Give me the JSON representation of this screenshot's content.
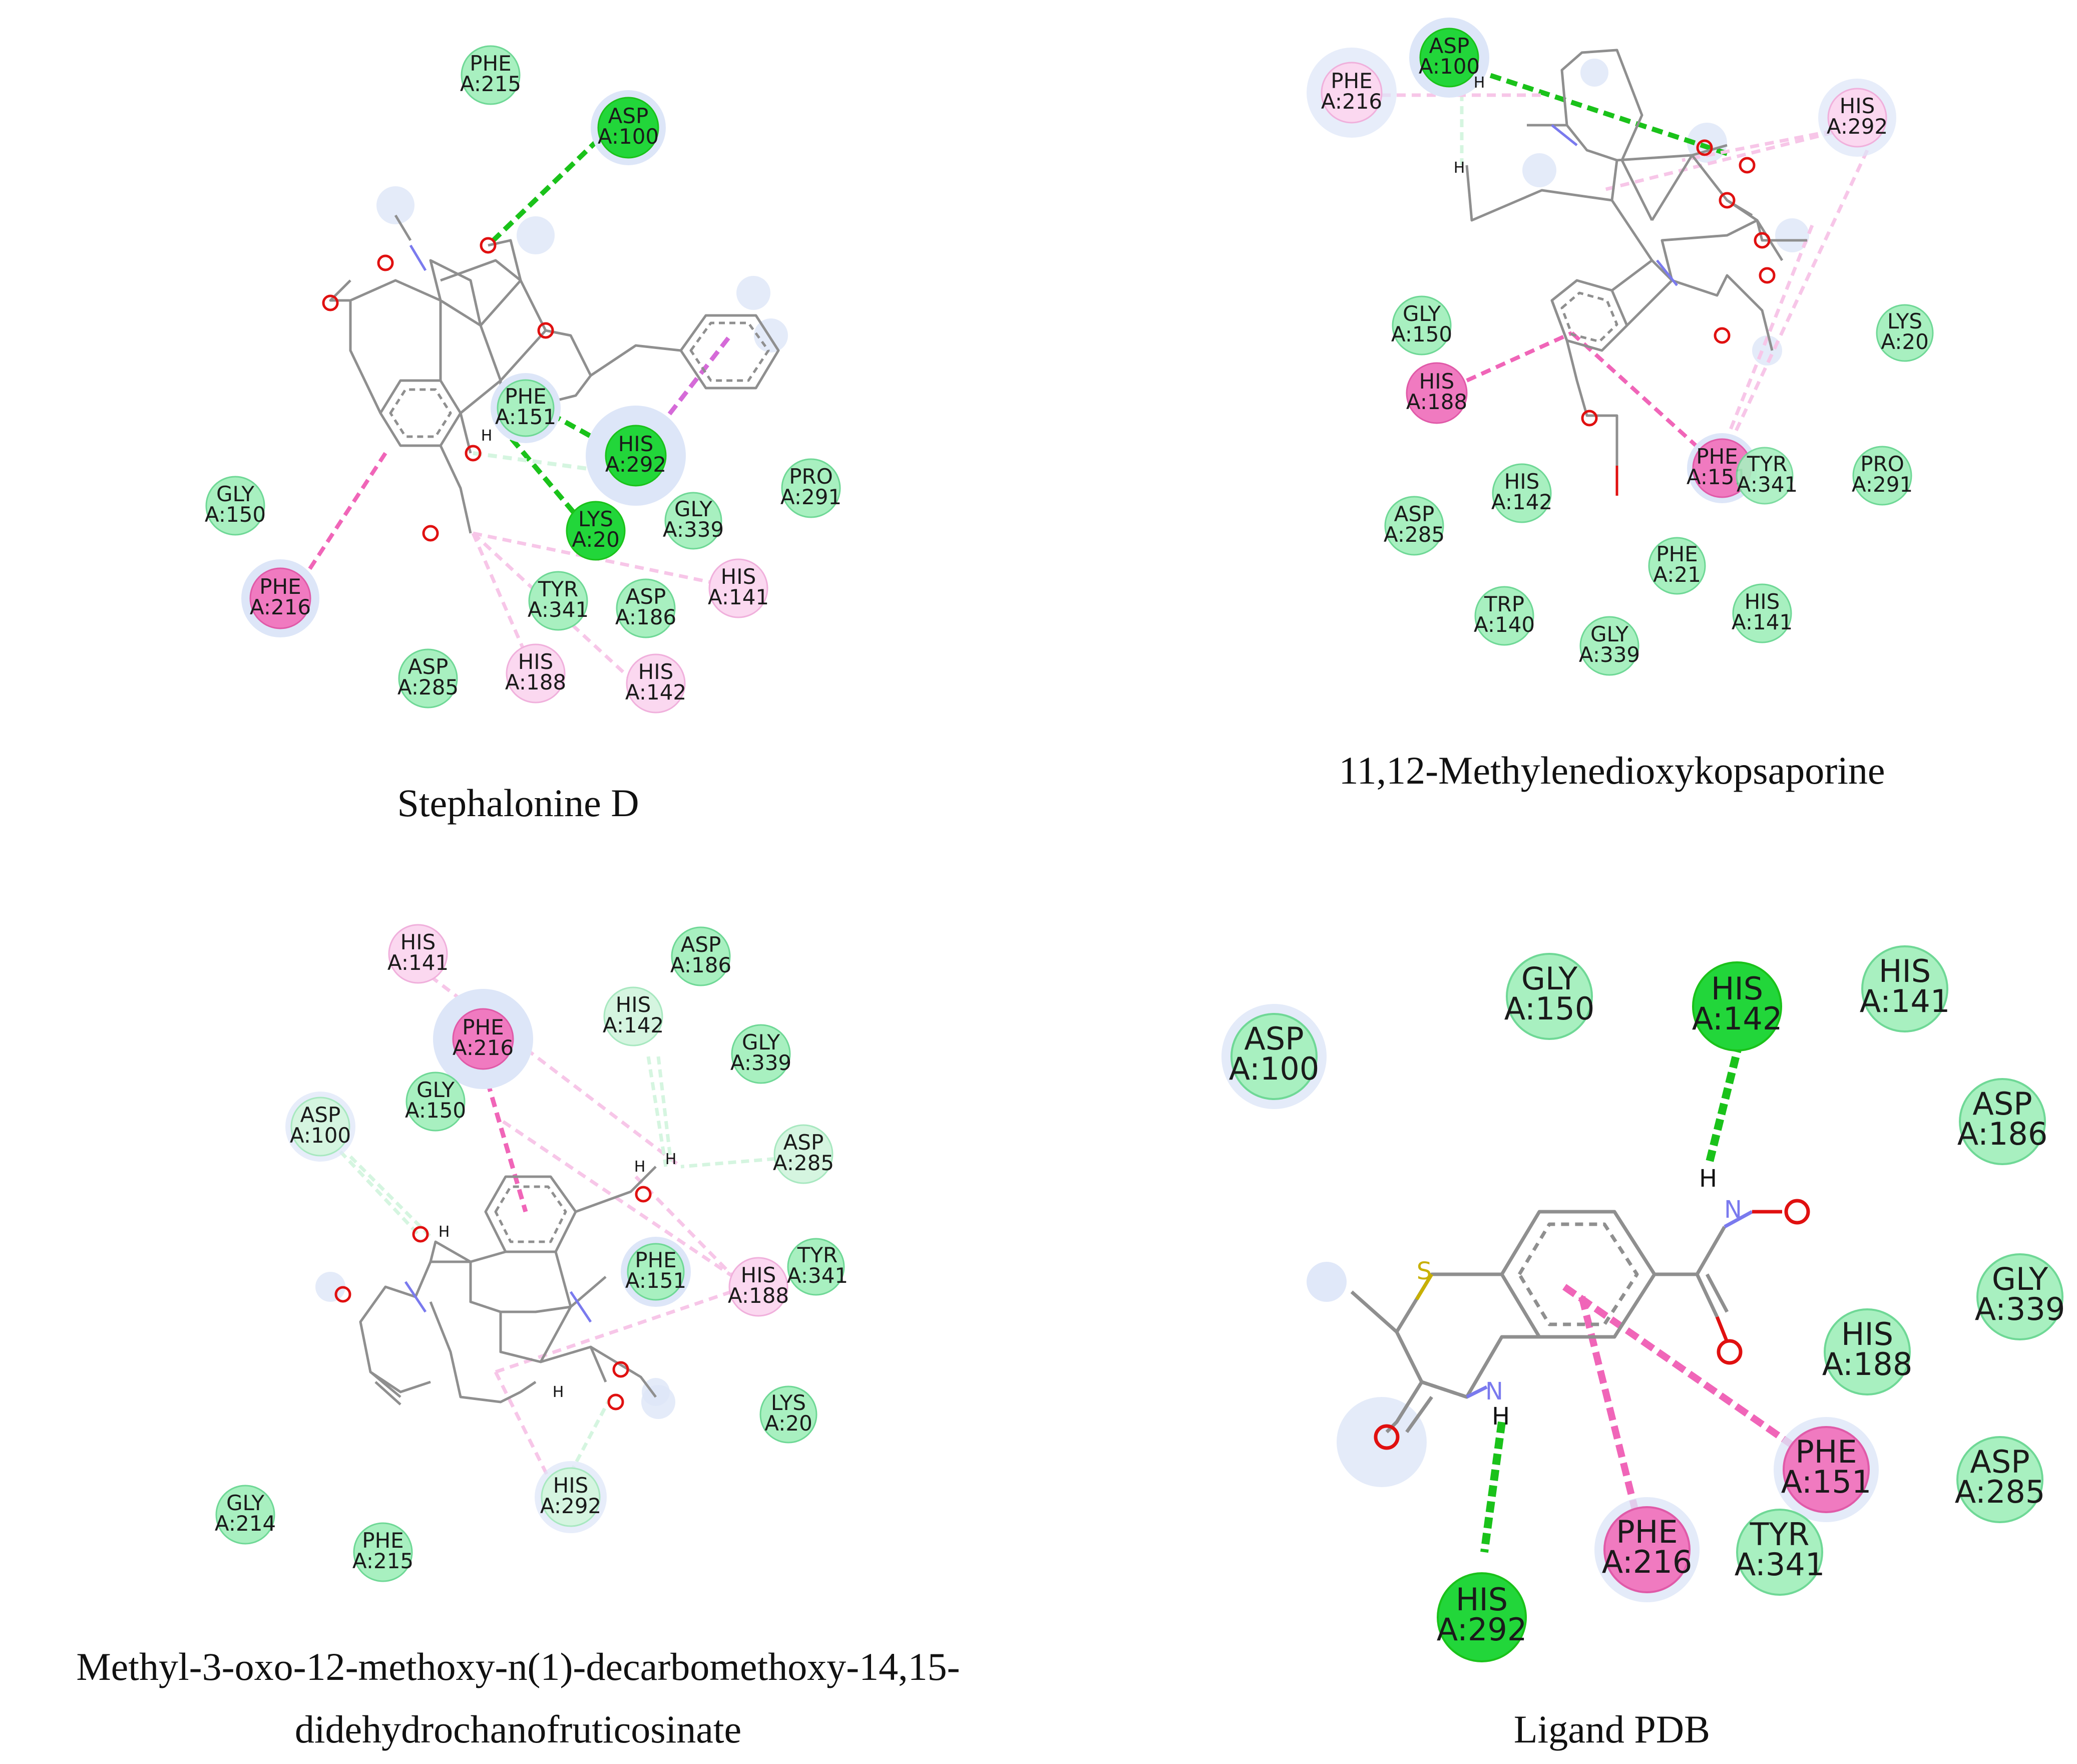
{
  "colors": {
    "hbond_strong": "#1ac21a",
    "hbond_strong_fill": "#22d63a",
    "vdw_fill": "#a8f0c0",
    "vdw_stroke": "#6fd896",
    "pi_strong": "#f065b8",
    "pi_strong_fill": "#f07ac0",
    "pi_weak": "#f7c6e8",
    "pi_weak_fill": "#fbd8f0",
    "carbon_h": "#d5f5e0",
    "halo": "#dde6f8",
    "bond": "#8f8f8f",
    "oxygen": "#e01010",
    "nitrogen": "#7a7aee",
    "sulfur": "#c8b000"
  },
  "panels": [
    {
      "caption": [
        "Stephalonine D"
      ],
      "residues": [
        {
          "type": "vdw",
          "l1": "PHE",
          "l2": "A:215"
        },
        {
          "type": "hbond",
          "l1": "ASP",
          "l2": "A:100"
        },
        {
          "type": "vdw",
          "l1": "PHE",
          "l2": "A:151"
        },
        {
          "type": "hbond",
          "l1": "HIS",
          "l2": "A:292"
        },
        {
          "type": "hbond",
          "l1": "LYS",
          "l2": "A:20"
        },
        {
          "type": "vdw",
          "l1": "GLY",
          "l2": "A:339"
        },
        {
          "type": "vdw",
          "l1": "PRO",
          "l2": "A:291"
        },
        {
          "type": "vdw",
          "l1": "GLY",
          "l2": "A:150"
        },
        {
          "type": "pi",
          "l1": "PHE",
          "l2": "A:216"
        },
        {
          "type": "vdw",
          "l1": "TYR",
          "l2": "A:341"
        },
        {
          "type": "vdw",
          "l1": "ASP",
          "l2": "A:186"
        },
        {
          "type": "piweak",
          "l1": "HIS",
          "l2": "A:141"
        },
        {
          "type": "vdw",
          "l1": "ASP",
          "l2": "A:285"
        },
        {
          "type": "piweak",
          "l1": "HIS",
          "l2": "A:188"
        },
        {
          "type": "piweak",
          "l1": "HIS",
          "l2": "A:142"
        }
      ],
      "atom_labels": [
        "H"
      ]
    },
    {
      "caption": [
        "11,12-Methylenedioxykopsaporine"
      ],
      "residues": [
        {
          "type": "hbond",
          "l1": "ASP",
          "l2": "A:100"
        },
        {
          "type": "piweak",
          "l1": "PHE",
          "l2": "A:216"
        },
        {
          "type": "piweak",
          "l1": "HIS",
          "l2": "A:292"
        },
        {
          "type": "vdw",
          "l1": "GLY",
          "l2": "A:150"
        },
        {
          "type": "vdw",
          "l1": "LYS",
          "l2": "A:20"
        },
        {
          "type": "pi",
          "l1": "HIS",
          "l2": "A:188"
        },
        {
          "type": "pi",
          "l1": "PHE",
          "l2": "A:151"
        },
        {
          "type": "vdw",
          "l1": "TYR",
          "l2": "A:341"
        },
        {
          "type": "vdw",
          "l1": "PRO",
          "l2": "A:291"
        },
        {
          "type": "vdw",
          "l1": "HIS",
          "l2": "A:142"
        },
        {
          "type": "vdw",
          "l1": "ASP",
          "l2": "A:285"
        },
        {
          "type": "vdw",
          "l1": "PHE",
          "l2": "A:21"
        },
        {
          "type": "vdw",
          "l1": "TRP",
          "l2": "A:140"
        },
        {
          "type": "vdw",
          "l1": "GLY",
          "l2": "A:339"
        },
        {
          "type": "vdw",
          "l1": "HIS",
          "l2": "A:141"
        }
      ],
      "atom_labels": [
        "H",
        "H"
      ]
    },
    {
      "caption": [
        "Methyl-3-oxo-12-methoxy-n(1)-decarbomethoxy-14,15-",
        "didehydrochanofruticosinate"
      ],
      "residues": [
        {
          "type": "piweak",
          "l1": "HIS",
          "l2": "A:141"
        },
        {
          "type": "vdw",
          "l1": "ASP",
          "l2": "A:186"
        },
        {
          "type": "carbon",
          "l1": "HIS",
          "l2": "A:142"
        },
        {
          "type": "pi",
          "l1": "PHE",
          "l2": "A:216"
        },
        {
          "type": "vdw",
          "l1": "GLY",
          "l2": "A:339"
        },
        {
          "type": "carbon",
          "l1": "ASP",
          "l2": "A:100"
        },
        {
          "type": "vdw",
          "l1": "GLY",
          "l2": "A:150"
        },
        {
          "type": "carbon",
          "l1": "ASP",
          "l2": "A:285"
        },
        {
          "type": "vdw",
          "l1": "PHE",
          "l2": "A:151"
        },
        {
          "type": "piweak",
          "l1": "HIS",
          "l2": "A:188"
        },
        {
          "type": "vdw",
          "l1": "TYR",
          "l2": "A:341"
        },
        {
          "type": "vdw",
          "l1": "LYS",
          "l2": "A:20"
        },
        {
          "type": "carbon",
          "l1": "HIS",
          "l2": "A:292"
        },
        {
          "type": "vdw",
          "l1": "GLY",
          "l2": "A:214"
        },
        {
          "type": "vdw",
          "l1": "PHE",
          "l2": "A:215"
        }
      ],
      "atom_labels": [
        "H",
        "H",
        "H",
        "H"
      ]
    },
    {
      "caption": [
        "Ligand PDB"
      ],
      "residues": [
        {
          "type": "vdw",
          "l1": "ASP",
          "l2": "A:100"
        },
        {
          "type": "vdw",
          "l1": "GLY",
          "l2": "A:150"
        },
        {
          "type": "hbond",
          "l1": "HIS",
          "l2": "A:142"
        },
        {
          "type": "vdw",
          "l1": "HIS",
          "l2": "A:141"
        },
        {
          "type": "vdw",
          "l1": "ASP",
          "l2": "A:186"
        },
        {
          "type": "vdw",
          "l1": "GLY",
          "l2": "A:339"
        },
        {
          "type": "vdw",
          "l1": "HIS",
          "l2": "A:188"
        },
        {
          "type": "pi",
          "l1": "PHE",
          "l2": "A:151"
        },
        {
          "type": "vdw",
          "l1": "ASP",
          "l2": "A:285"
        },
        {
          "type": "pi",
          "l1": "PHE",
          "l2": "A:216"
        },
        {
          "type": "vdw",
          "l1": "TYR",
          "l2": "A:341"
        },
        {
          "type": "hbond",
          "l1": "HIS",
          "l2": "A:292"
        }
      ],
      "atom_labels": [
        "H",
        "H"
      ]
    }
  ]
}
